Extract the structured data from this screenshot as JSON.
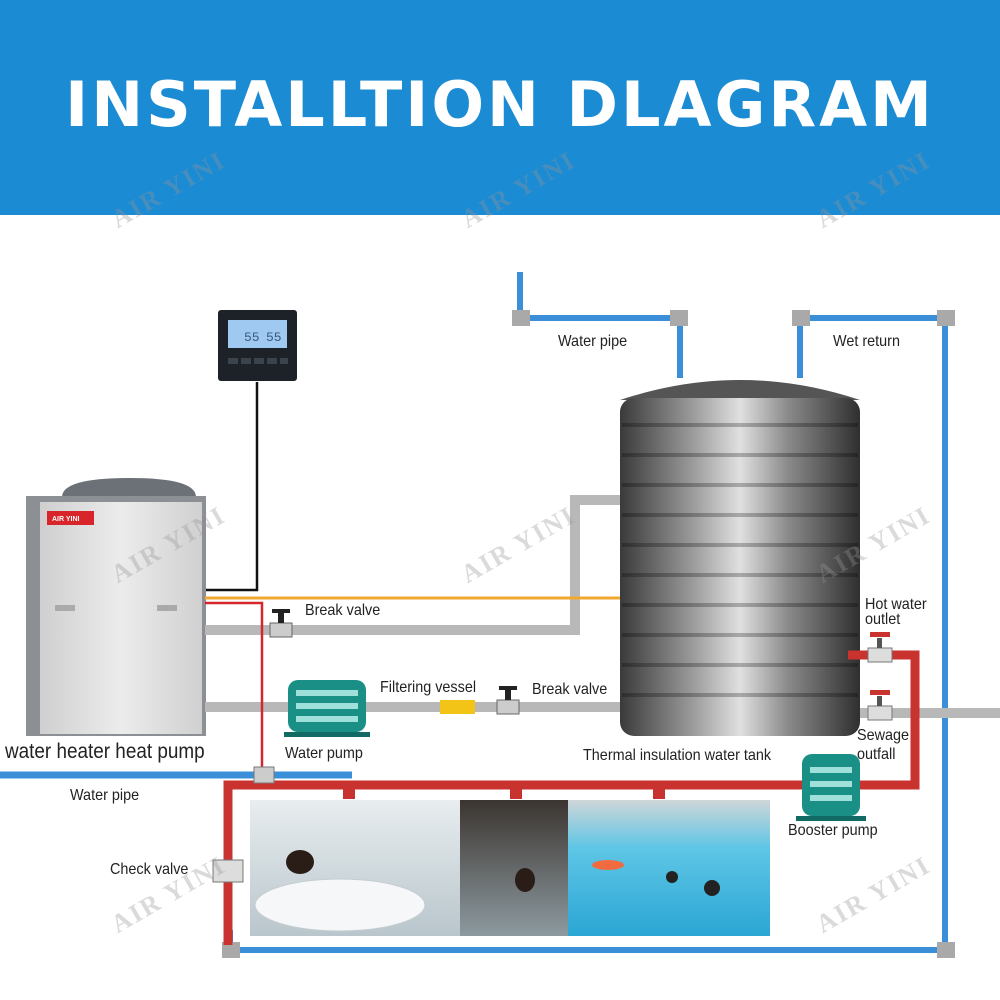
{
  "header": {
    "title": "INSTALLTION DLAGRAM",
    "background": "#1b8bd3"
  },
  "watermark": "AIR YINI",
  "controller": {
    "display_left": "55",
    "display_right": "55"
  },
  "heat_pump": {
    "brand": "AIR YINI",
    "label": "water heater heat pump"
  },
  "labels": {
    "water_pipe_top": "Water pipe",
    "wet_return": "Wet return",
    "break_valve_1": "Break valve",
    "filtering_vessel": "Filtering vessel",
    "break_valve_2": "Break valve",
    "water_pump": "Water pump",
    "tank": "Thermal insulation water tank",
    "hot_water_outlet_1": "Hot water",
    "hot_water_outlet_2": "outlet",
    "sewage_1": "Sewage",
    "sewage_2": "outfall",
    "booster_pump": "Booster pump",
    "water_pipe_bottom": "Water pipe",
    "check_valve": "Check valve"
  },
  "colors": {
    "cold_pipe": "#3a8fd8",
    "hot_pipe": "#c8322f",
    "grey_pipe": "#bdbdbd",
    "signal": "#f0a830",
    "pump": "#1a8f86"
  }
}
